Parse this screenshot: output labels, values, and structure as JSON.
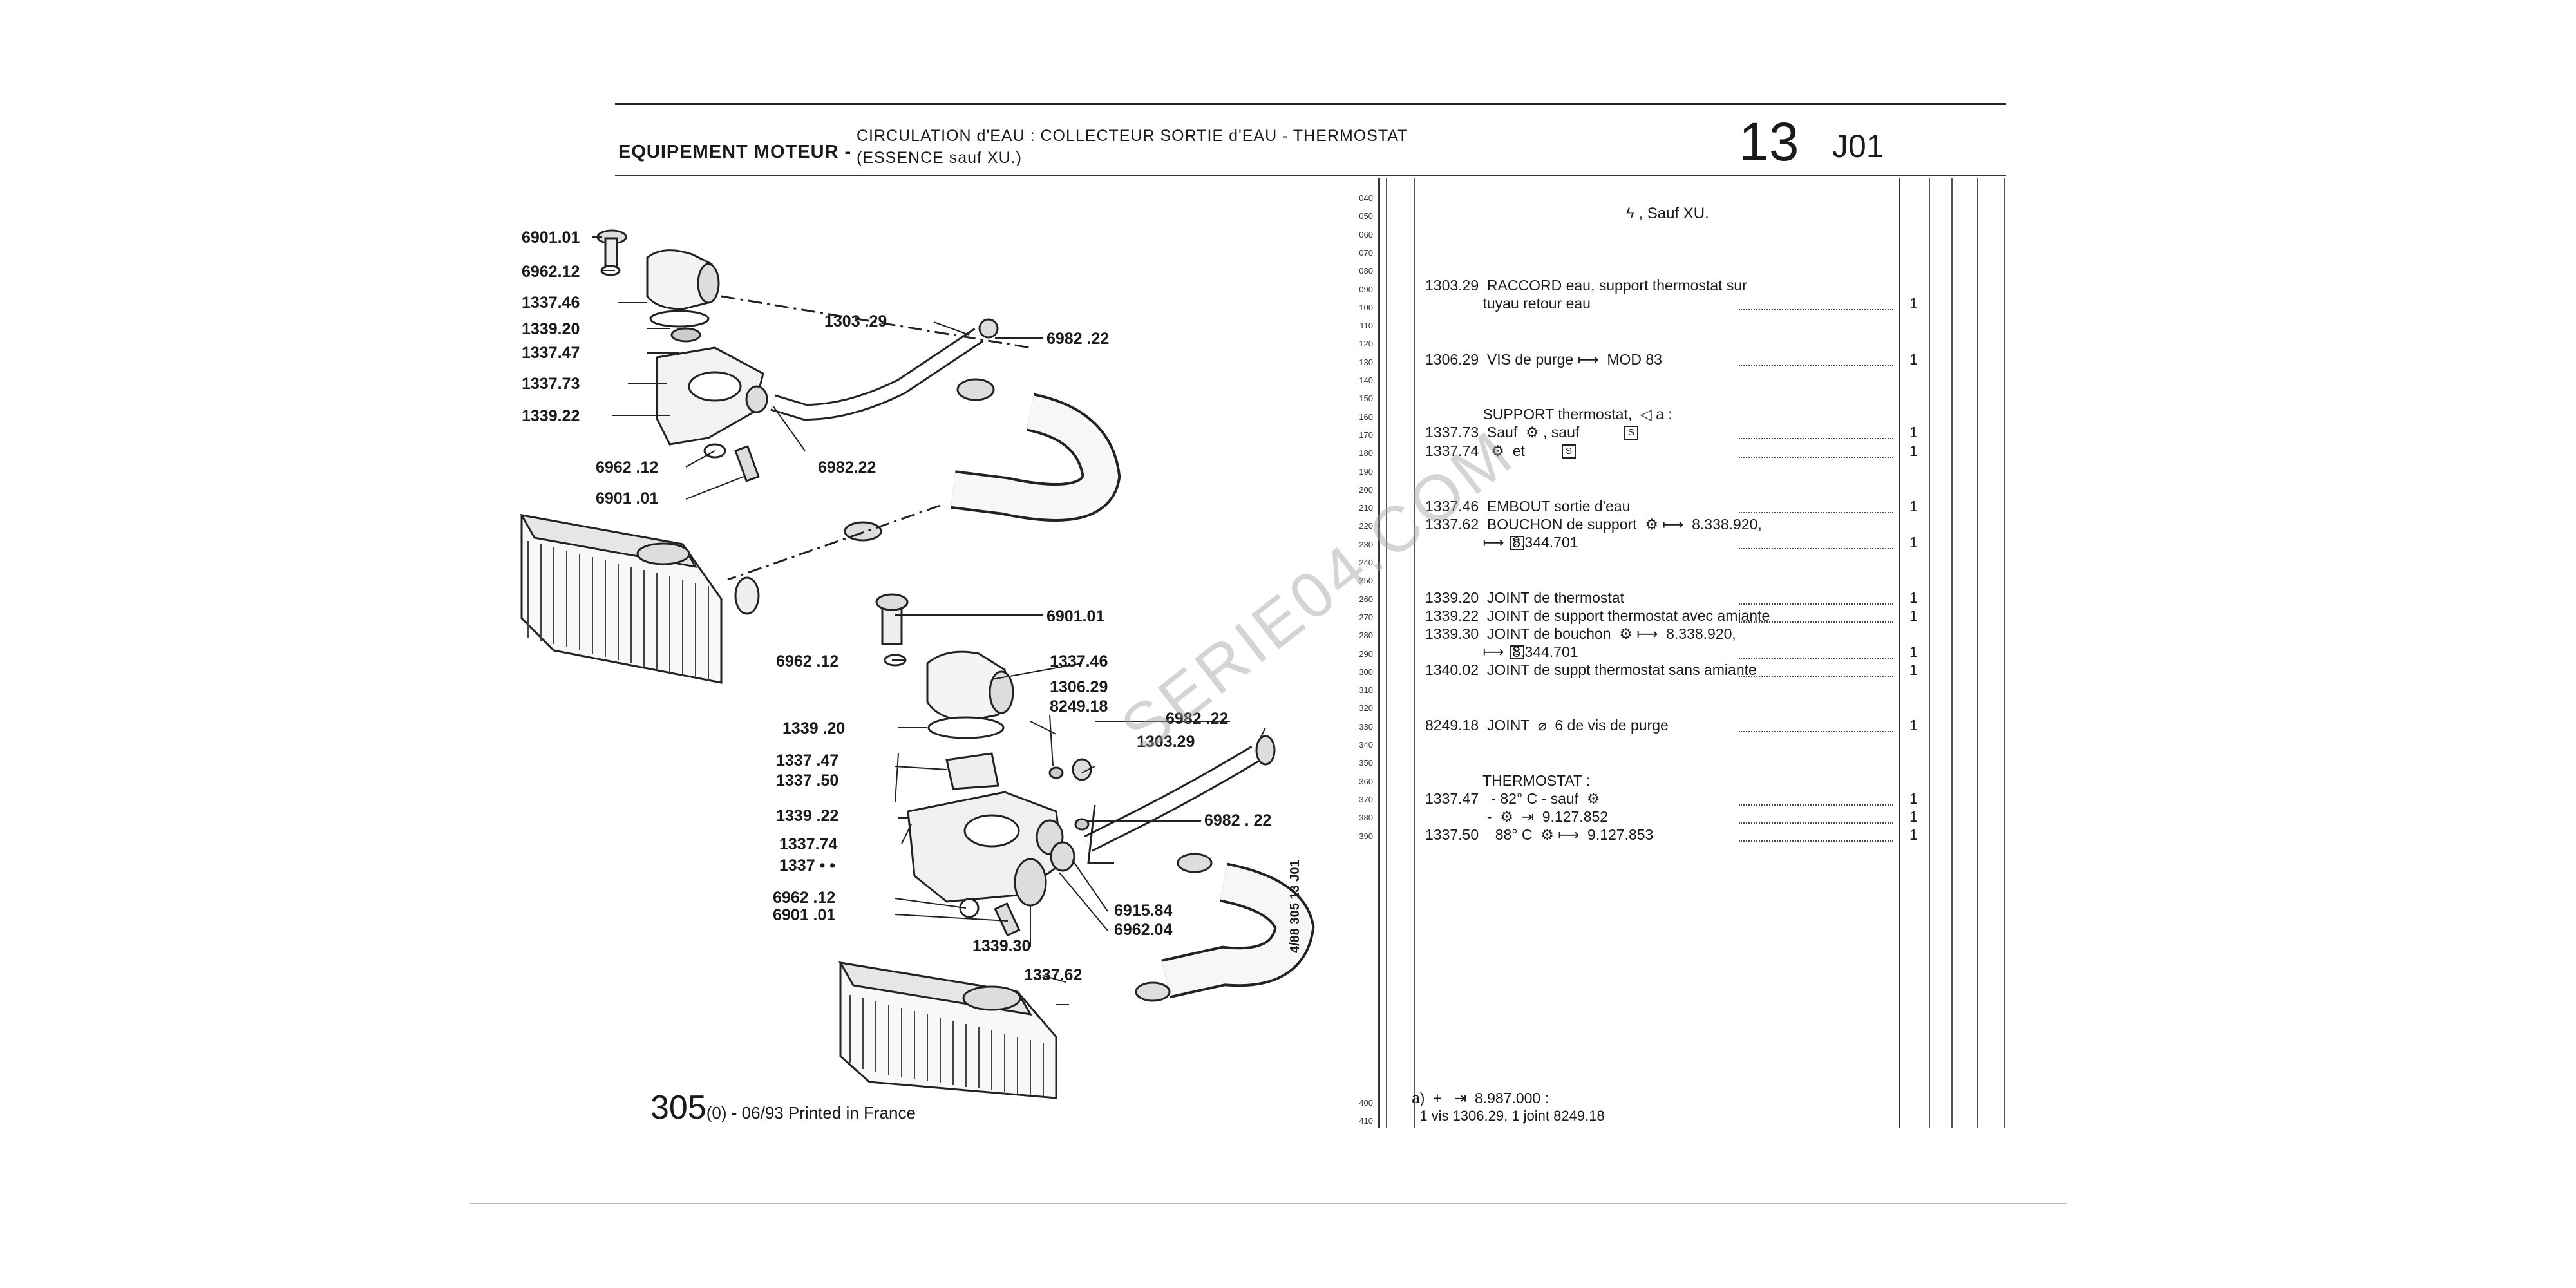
{
  "header": {
    "section": "EQUIPEMENT MOTEUR -",
    "subtitle_line1": "CIRCULATION d'EAU : COLLECTEUR SORTIE d'EAU - THERMOSTAT",
    "subtitle_line2": "(ESSENCE sauf XU.)",
    "group": "13",
    "code": "J01"
  },
  "line_numbers": [
    "040",
    "050",
    "060",
    "070",
    "080",
    "090",
    "100",
    "110",
    "120",
    "130",
    "140",
    "150",
    "160",
    "170",
    "180",
    "190",
    "200",
    "210",
    "220",
    "230",
    "240",
    "250",
    "260",
    "270",
    "280",
    "290",
    "300",
    "310",
    "320",
    "330",
    "340",
    "350",
    "360",
    "370",
    "380",
    "390"
  ],
  "line_numbers_bottom": [
    "400",
    "410"
  ],
  "parts_list": {
    "heading": "ϟ , Sauf XU.",
    "rows": [
      {
        "text": "1303.29  RACCORD eau, support thermostat sur",
        "qty": ""
      },
      {
        "text": "              tuyau retour eau",
        "qty": "1"
      },
      {
        "text": "1306.29  VIS de purge ⟼  MOD 83",
        "qty": "1"
      },
      {
        "text": "              SUPPORT thermostat,  ◁ a :",
        "qty": ""
      },
      {
        "text": "1337.73  Sauf  ⚙ , sauf",
        "qty": "1"
      },
      {
        "text": "1337.74   ⚙  et",
        "qty": "1"
      },
      {
        "text": "1337.46  EMBOUT sortie d'eau",
        "qty": "1"
      },
      {
        "text": "1337.62  BOUCHON de support  ⚙ ⟼  8.338.920,",
        "qty": ""
      },
      {
        "text": "              ⟼  8.344.701",
        "qty": "1"
      },
      {
        "text": "1339.20  JOINT de thermostat",
        "qty": "1"
      },
      {
        "text": "1339.22  JOINT de support thermostat avec amiante",
        "qty": "1"
      },
      {
        "text": "1339.30  JOINT de bouchon  ⚙ ⟼  8.338.920,",
        "qty": ""
      },
      {
        "text": "              ⟼  8.344.701",
        "qty": "1"
      },
      {
        "text": "1340.02  JOINT de suppt thermostat sans amiante",
        "qty": "1"
      },
      {
        "text": "8249.18  JOINT  ⌀  6 de vis de purge",
        "qty": "1"
      },
      {
        "text": "              THERMOSTAT :",
        "qty": ""
      },
      {
        "text": "1337.47   - 82° C - sauf  ⚙",
        "qty": "1"
      },
      {
        "text": "               -  ⚙  ⇥  9.127.852",
        "qty": "1"
      },
      {
        "text": "1337.50    88° C  ⚙ ⟼  9.127.853",
        "qty": "1"
      }
    ],
    "box_label": "S"
  },
  "notes": {
    "line1": "a)  +   ⇥  8.987.000 :",
    "line2": "  1 vis 1306.29, 1 joint 8249.18"
  },
  "callouts_top": [
    "6901.01",
    "6962.12",
    "1337.46",
    "1339.20",
    "1337.47",
    "1337.73",
    "1339.22",
    "6962 .12",
    "6901 .01",
    "1303 .29",
    "6982 .22",
    "6982.22"
  ],
  "callouts_bottom": [
    "6901.01",
    "6962 .12",
    "1337.46",
    "1306.29",
    "8249.18",
    "1339 .20",
    "1337 .47",
    "1337 .50",
    "6982 .22",
    "1303.29",
    "1339 .22",
    "6982 . 22",
    "1337.74",
    "1337  • •",
    "6962 .12",
    "6901 .01",
    "6915.84",
    "6962.04",
    "1339.30",
    "1337.62"
  ],
  "footer": {
    "page": "305",
    "suffix": "(0) - 06/93 Printed in France",
    "vertical_code": "4/88  305  13  J01"
  },
  "watermark": "SERIE04.COM"
}
